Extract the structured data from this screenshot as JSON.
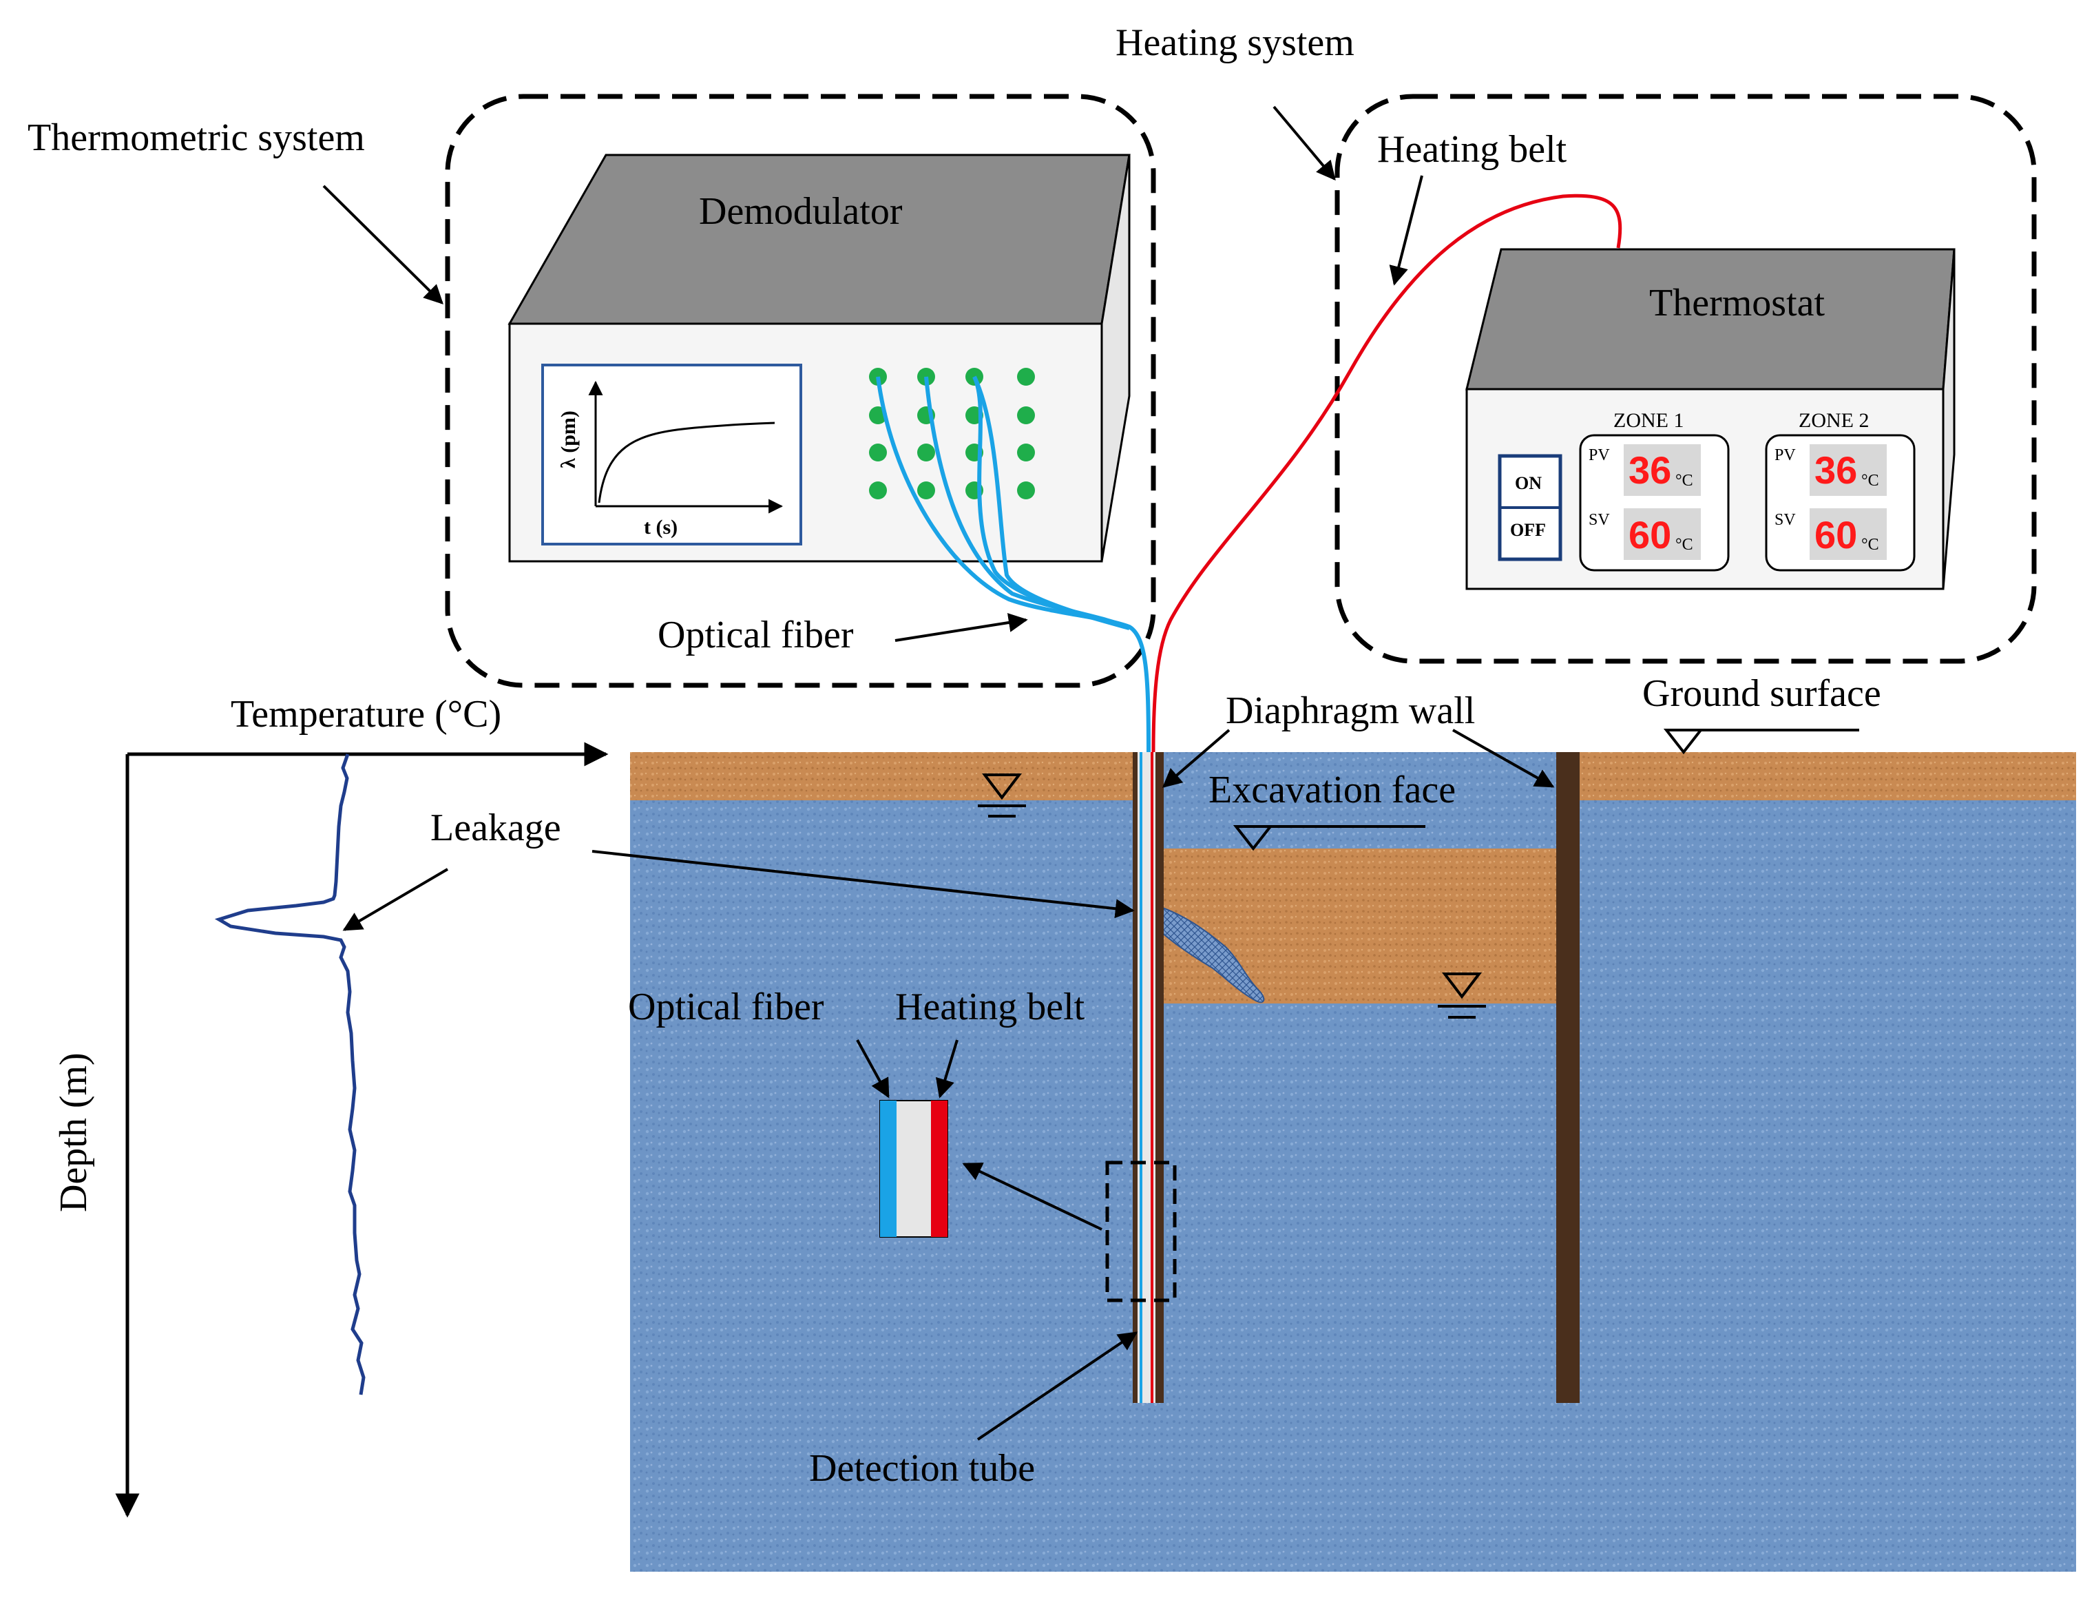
{
  "labels": {
    "heating_system": "Heating system",
    "thermometric_system": "Thermometric system",
    "heating_belt_top": "Heating belt",
    "demodulator": "Demodulator",
    "thermostat": "Thermostat",
    "optical_fiber_top": "Optical fiber",
    "temperature_axis": "Temperature (°C)",
    "depth_axis": "Depth (m)",
    "diaphragm_wall": "Diaphragm wall",
    "ground_surface": "Ground surface",
    "excavation_face": "Excavation face",
    "leakage": "Leakage",
    "optical_fiber_detail": "Optical fiber",
    "heating_belt_detail": "Heating belt",
    "detection_tube": "Detection tube"
  },
  "demodulator_plot": {
    "y_label": "λ (pm)",
    "x_label": "t (s)"
  },
  "thermostat_panel": {
    "zone1": {
      "title": "ZONE 1",
      "pv_label": "PV",
      "pv_value": "36",
      "sv_label": "SV",
      "sv_value": "60",
      "unit": "°C"
    },
    "zone2": {
      "title": "ZONE 2",
      "pv_label": "PV",
      "pv_value": "36",
      "sv_label": "SV",
      "sv_value": "60",
      "unit": "°C"
    },
    "on_label": "ON",
    "off_label": "OFF"
  },
  "colors": {
    "soil_top": "#c98a52",
    "water": "#6e95c6",
    "wall": "#4a2f1c",
    "fiber": "#1aa3e6",
    "heating_belt": "#e60012",
    "profile": "#1f3d8c",
    "connector": "#1fae4b",
    "digit": "#ff1a1a"
  }
}
